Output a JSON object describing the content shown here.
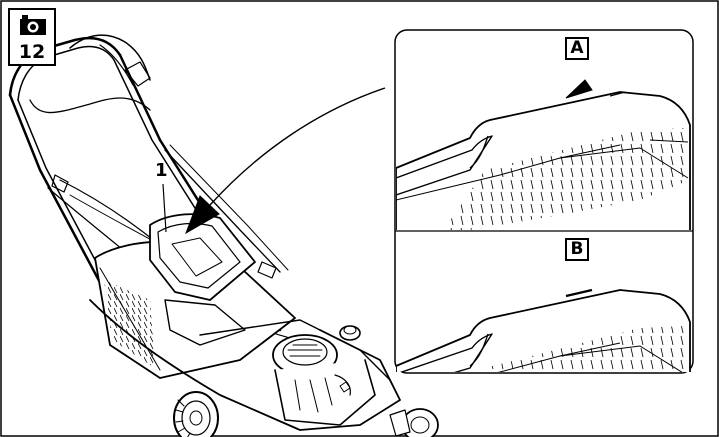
{
  "badge": {
    "icon": "camera-icon",
    "number": "12"
  },
  "callout_label": "1",
  "detail_panel": {
    "views": [
      {
        "letter": "A"
      },
      {
        "letter": "B"
      }
    ]
  }
}
